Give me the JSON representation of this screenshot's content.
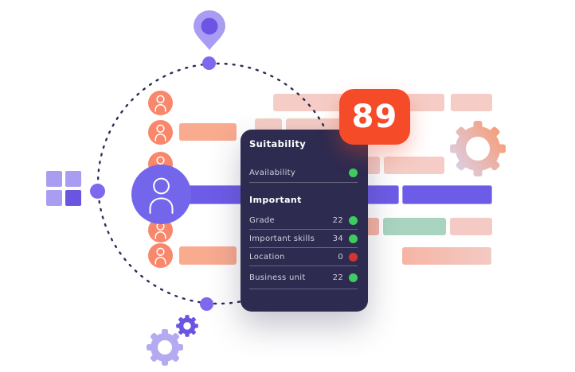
{
  "badge": {
    "value": "89"
  },
  "card": {
    "title": "Suitability",
    "availability": {
      "label": "Availability",
      "status": "pass",
      "status_color": "#3ecb5f"
    },
    "section_title": "Important",
    "rows": [
      {
        "label": "Grade",
        "value": "22",
        "status": "pass",
        "status_color": "#3ecb5f"
      },
      {
        "label": "Important skills",
        "value": "34",
        "status": "pass",
        "status_color": "#3ecb5f"
      },
      {
        "label": "Location",
        "value": "0",
        "status": "fail",
        "status_color": "#d6352e"
      },
      {
        "label": "Business unit",
        "value": "22",
        "status": "pass",
        "status_color": "#3ecb5f"
      }
    ]
  },
  "icons": {
    "location_pin": "teardrop map pin",
    "person": "person outline in circle",
    "gear": "cog wheel",
    "grid": "2x2 squares",
    "status_dot": "colored circle"
  },
  "palette": {
    "card_bg": "#2d2b50",
    "card_heading": "#ffffff",
    "card_text": "#d3d0e0",
    "badge_bg": "#f64b28",
    "green": "#3ecb5f",
    "red": "#d6352e",
    "purple_bar": "#6d5ce7",
    "big_circle": "#7466eb",
    "orange_circle": "#f8876b",
    "salmon_bar": "#f9ab90",
    "salmon_bar2": "#f6b4a3",
    "pink_bar": "#f5cdc6",
    "pink_bar_light": "#f3cac4",
    "teal_bar": "#a9d5c0",
    "pin_outer": "#a89df3",
    "pin_inner": "#6d54e4",
    "dot_purple": "#7b6aee",
    "grid_light": "#a89df0",
    "grid_dark": "#6a55e2",
    "gear_grad_start": "#d9d4f3",
    "gear_grad_end": "#f9986a",
    "gear_light": "#b4aaf2",
    "gear_dark": "#6a55e2",
    "dotted_stroke": "#2e2c55"
  }
}
